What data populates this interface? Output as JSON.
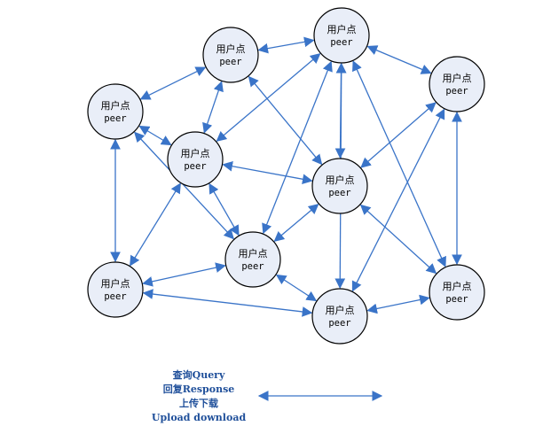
{
  "diagram": {
    "node_label_top": "用户点",
    "node_label_bottom": "peer",
    "nodes": [
      {
        "id": "n1",
        "label": "用户点",
        "sub": "peer"
      },
      {
        "id": "n2",
        "label": "用户点",
        "sub": "peer"
      },
      {
        "id": "n3",
        "label": "用户点",
        "sub": "peer"
      },
      {
        "id": "n4",
        "label": "用户点",
        "sub": "peer"
      },
      {
        "id": "n5",
        "label": "用户点",
        "sub": "peer"
      },
      {
        "id": "n6",
        "label": "用户点",
        "sub": "peer"
      },
      {
        "id": "n7",
        "label": "用户点",
        "sub": "peer"
      },
      {
        "id": "n8",
        "label": "用户点",
        "sub": "peer"
      },
      {
        "id": "n9",
        "label": "用户点",
        "sub": "peer"
      },
      {
        "id": "n10",
        "label": "用户点",
        "sub": "peer"
      }
    ],
    "edges": [
      [
        "n2",
        "n3"
      ],
      [
        "n2",
        "n1"
      ],
      [
        "n2",
        "n4"
      ],
      [
        "n2",
        "n6"
      ],
      [
        "n3",
        "n4"
      ],
      [
        "n3",
        "n6"
      ],
      [
        "n3",
        "n7"
      ],
      [
        "n3",
        "n9"
      ],
      [
        "n3",
        "n5"
      ],
      [
        "n3",
        "n10"
      ],
      [
        "n1",
        "n4"
      ],
      [
        "n1",
        "n8"
      ],
      [
        "n1",
        "n7"
      ],
      [
        "n4",
        "n6"
      ],
      [
        "n4",
        "n8"
      ],
      [
        "n5",
        "n6"
      ],
      [
        "n5",
        "n10"
      ],
      [
        "n5",
        "n9"
      ],
      [
        "n4",
        "n7"
      ],
      [
        "n6",
        "n7"
      ],
      [
        "n6",
        "n10"
      ],
      [
        "n7",
        "n8"
      ],
      [
        "n7",
        "n9"
      ],
      [
        "n8",
        "n9"
      ],
      [
        "n9",
        "n10"
      ]
    ]
  },
  "legend": {
    "line1": "查询Query",
    "line2": "回复Response",
    "line3": "上传下载",
    "line4": "Upload download"
  },
  "colors": {
    "edge": "#3a74c8",
    "node_fill": "#e9eef8",
    "legend_text": "#1f4f9a"
  }
}
